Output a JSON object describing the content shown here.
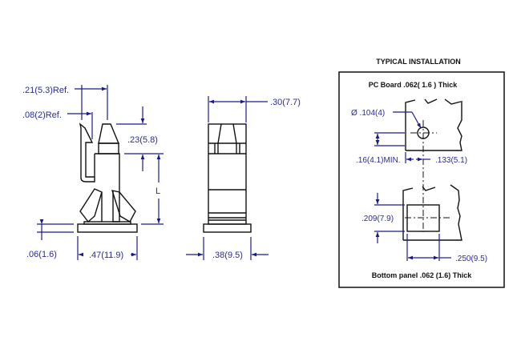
{
  "side_view": {
    "dim_ref_width": ".21(5.3)Ref.",
    "dim_ref_tip": ".08(2)Ref.",
    "dim_head_height": ".23(5.8)",
    "dim_length": "L",
    "dim_base_thickness": ".06(1.6)",
    "dim_base_width": ".47(11.9)"
  },
  "front_view": {
    "dim_top_width": ".30(7.7)",
    "dim_base_width": ".38(9.5)"
  },
  "installation": {
    "title": "TYPICAL  INSTALLATION",
    "pc_board_label": "PC Board .062( 1.6 ) Thick",
    "hole_diameter": "Ø .104(4)",
    "edge_min": ".16(4.1)MIN.",
    "offset": ".133(5.1)",
    "square_height": ".209(7.9)",
    "square_width": ".250(9.5)",
    "bottom_panel_label": "Bottom panel .062 (1.6) Thick"
  }
}
